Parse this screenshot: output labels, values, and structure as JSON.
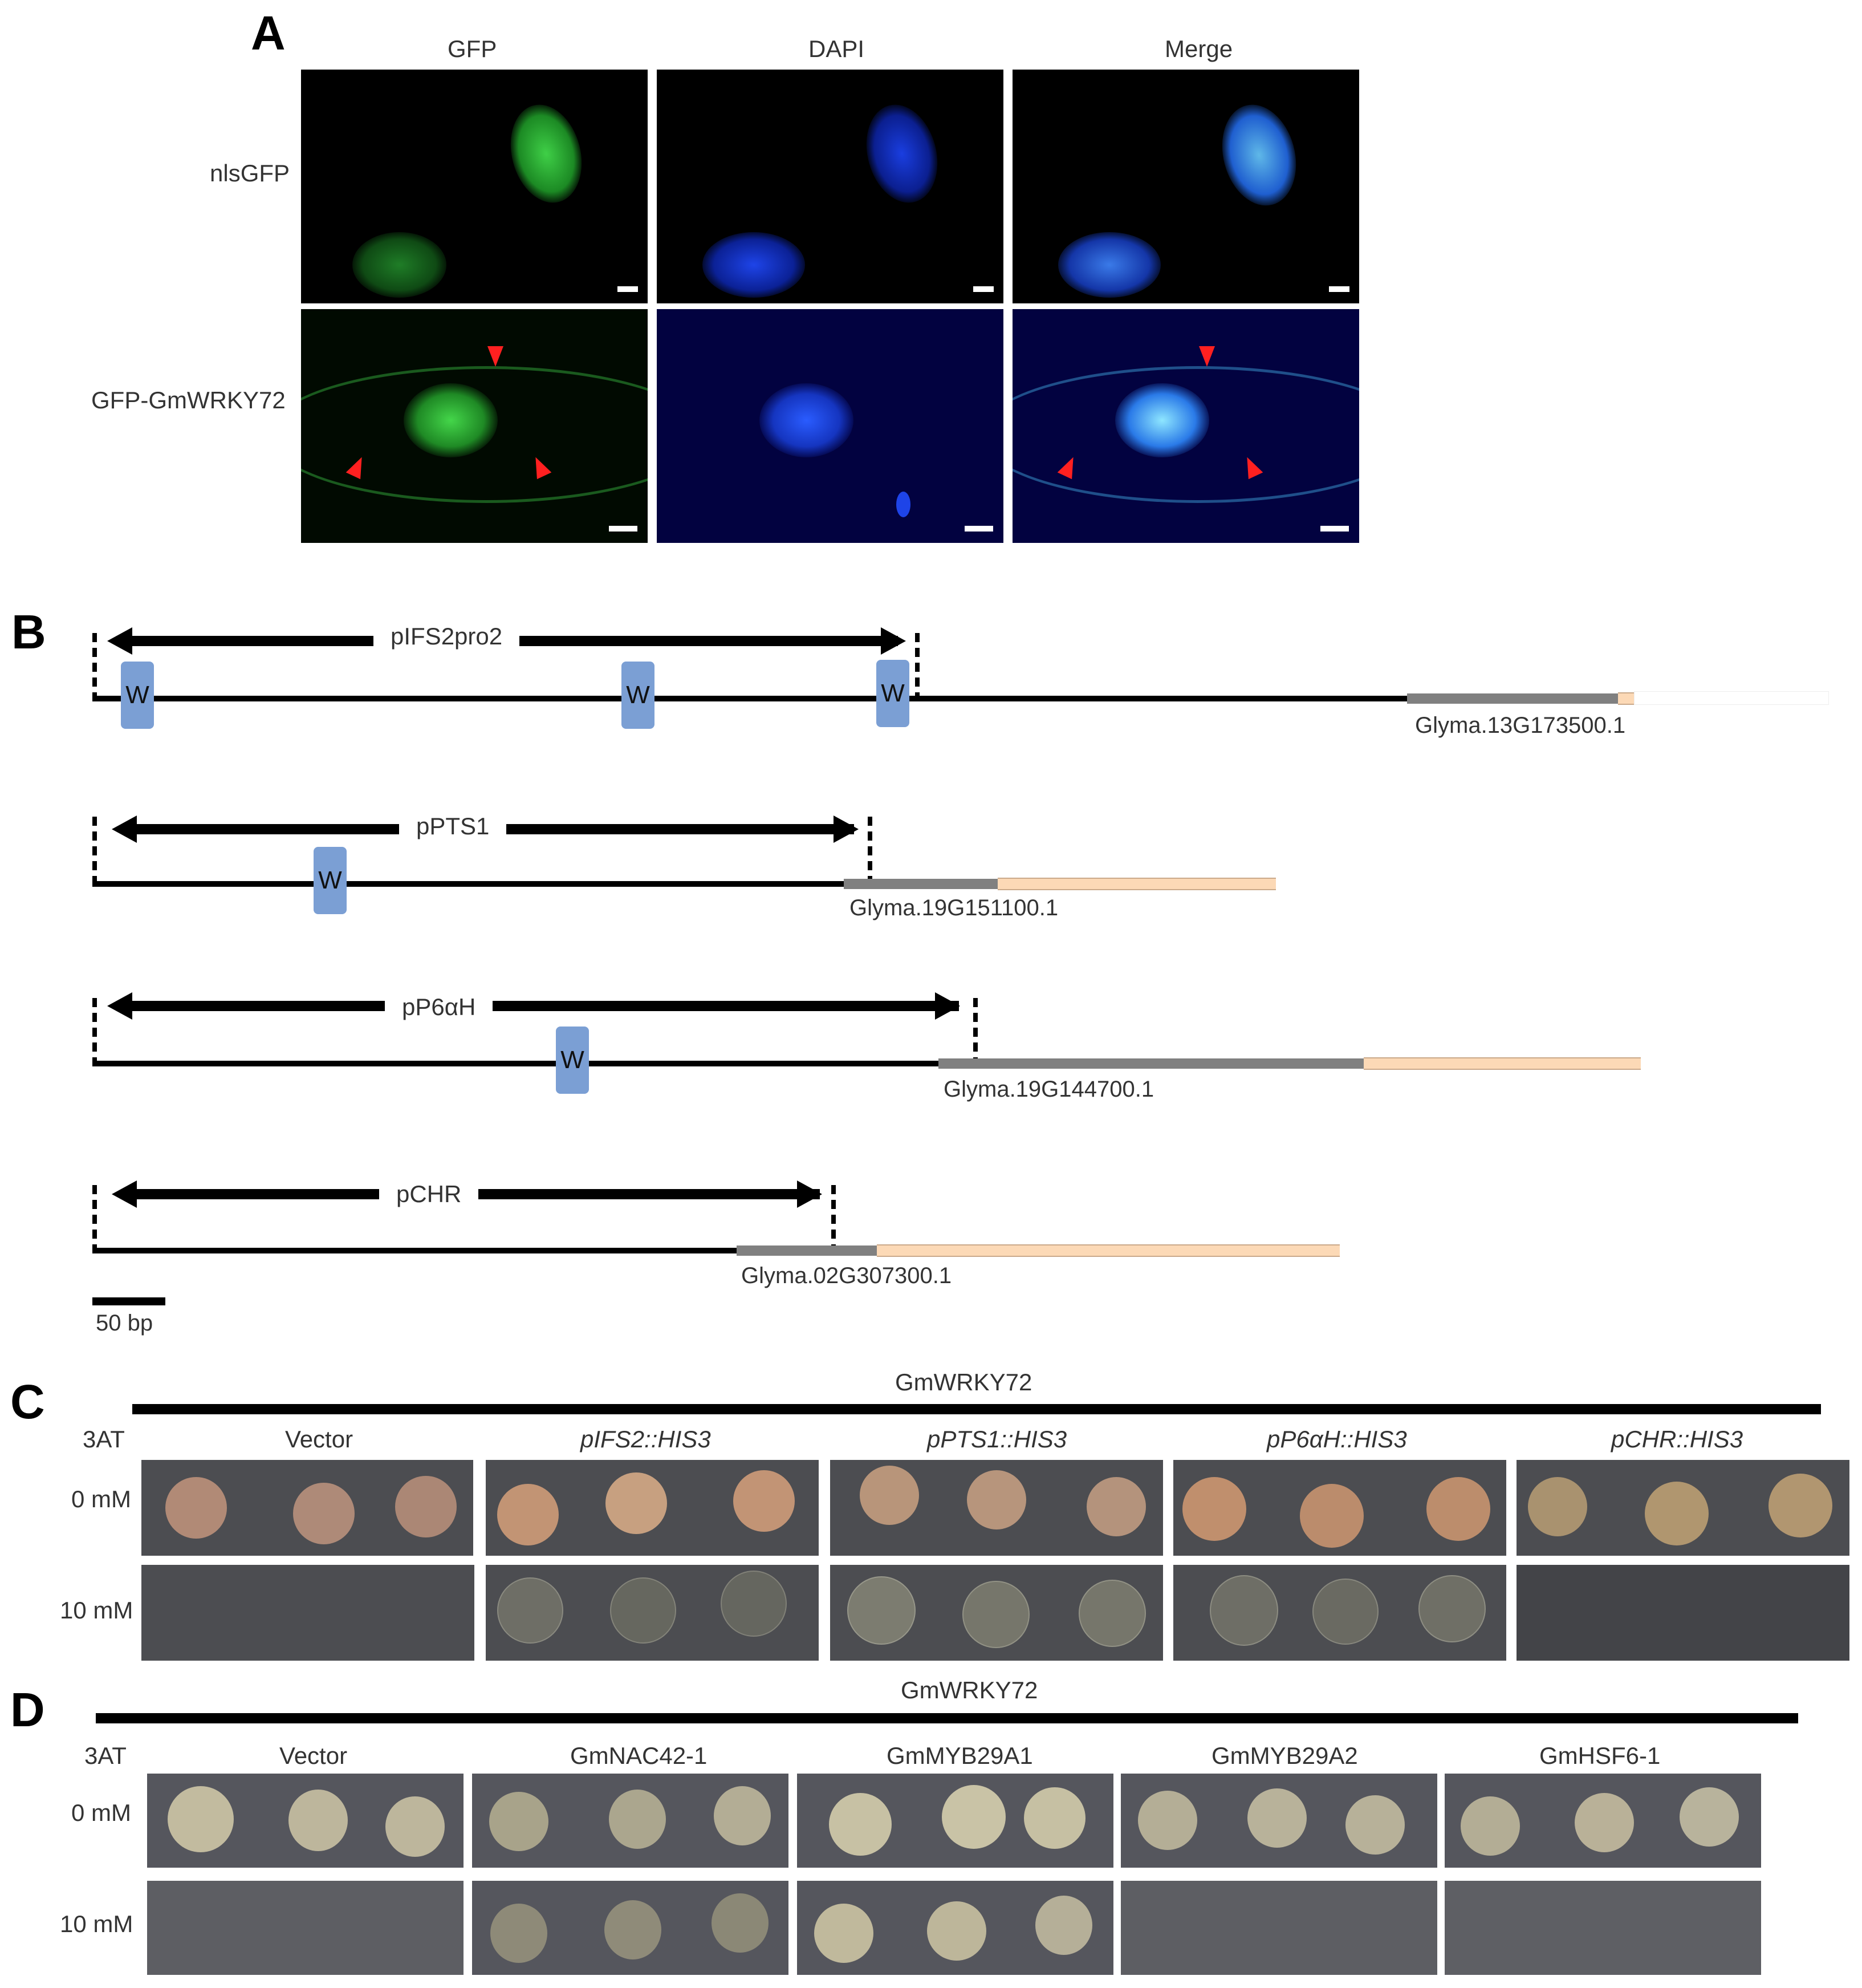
{
  "panel_A": {
    "letter": "A",
    "column_headers": [
      "GFP",
      "DAPI",
      "Merge"
    ],
    "row_labels": [
      "nlsGFP",
      "GFP-GmWRKY72"
    ],
    "channel_colors": {
      "GFP": "#2fae3a",
      "DAPI": "#1e3cff",
      "Merge": "#3aa0e6"
    },
    "annotation": "red arrows indicate membrane/cytoplasmic signal in GFP-GmWRKY72 row",
    "arrow_color": "#ff2020"
  },
  "panel_B": {
    "letter": "B",
    "wbox_label": "W",
    "scale_bar_label": "50 bp",
    "promoters": [
      {
        "name": "pIFS2pro2",
        "gene": "Glyma.13G173500.1",
        "w_boxes": 3
      },
      {
        "name": "pPTS1",
        "gene": "Glyma.19G151100.1",
        "w_boxes": 1
      },
      {
        "name": "pP6αH",
        "gene": "Glyma.19G144700.1",
        "w_boxes": 1
      },
      {
        "name": "pCHR",
        "gene": "Glyma.02G307300.1",
        "w_boxes": 0
      }
    ],
    "colors": {
      "promoter_line": "#000000",
      "cds": "#808080",
      "utr": "#fcd9b6",
      "w_box": "#7b9fd4"
    }
  },
  "panel_C": {
    "letter": "C",
    "bait": "GmWRKY72",
    "row_header": "3AT",
    "row_labels": [
      "0 mM",
      "10 mM"
    ],
    "columns": [
      "Vector",
      "pIFS2::HIS3",
      "pPTS1::HIS3",
      "pP6αH::HIS3",
      "pCHR::HIS3"
    ],
    "growth_10mM": [
      false,
      true,
      true,
      true,
      false
    ]
  },
  "panel_D": {
    "letter": "D",
    "bait": "GmWRKY72",
    "row_header": "3AT",
    "row_labels": [
      "0 mM",
      "10 mM"
    ],
    "columns": [
      "Vector",
      "GmNAC42-1",
      "GmMYB29A1",
      "GmMYB29A2",
      "GmHSF6-1"
    ],
    "growth_10mM": [
      false,
      true,
      true,
      false,
      false
    ]
  }
}
